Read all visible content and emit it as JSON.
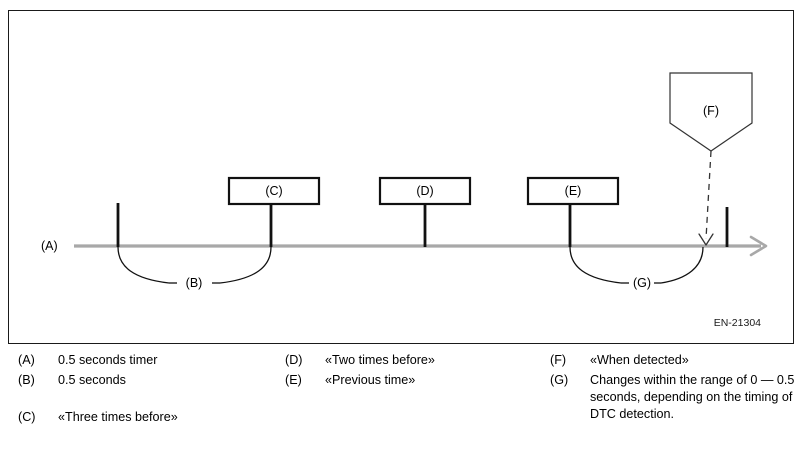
{
  "diagram": {
    "code": "EN-21304",
    "axis_label": "(A)",
    "bracket_b_label": "(B)",
    "bracket_g_label": "(G)",
    "boxes": [
      {
        "id": "box-c",
        "label": "(C)"
      },
      {
        "id": "box-d",
        "label": "(D)"
      },
      {
        "id": "box-e",
        "label": "(E)"
      }
    ],
    "callout": {
      "id": "callout-f",
      "label": "(F)"
    }
  },
  "legend": {
    "columns": [
      {
        "name": "legend-column-left",
        "entries": [
          {
            "key": "(A)",
            "text": "0.5 seconds timer"
          },
          {
            "key": "(B)",
            "text": "0.5 seconds"
          },
          {
            "key": "(C)",
            "text": "«Three times before»"
          }
        ]
      },
      {
        "name": "legend-column-middle",
        "entries": [
          {
            "key": "(D)",
            "text": "«Two times before»"
          },
          {
            "key": "(E)",
            "text": "«Previous time»"
          }
        ]
      },
      {
        "name": "legend-column-right",
        "entries": [
          {
            "key": "(F)",
            "text": "«When detected»"
          },
          {
            "key": "(G)",
            "text": "Changes within the range of 0 — 0.5 seconds, depending on the timing of DTC detection."
          }
        ]
      }
    ]
  },
  "colors": {
    "frame": "#1a1a1a",
    "timeline": "#a8a8a8",
    "tick": "#111111",
    "box_stroke": "#111111",
    "callout_stroke": "#333333"
  }
}
